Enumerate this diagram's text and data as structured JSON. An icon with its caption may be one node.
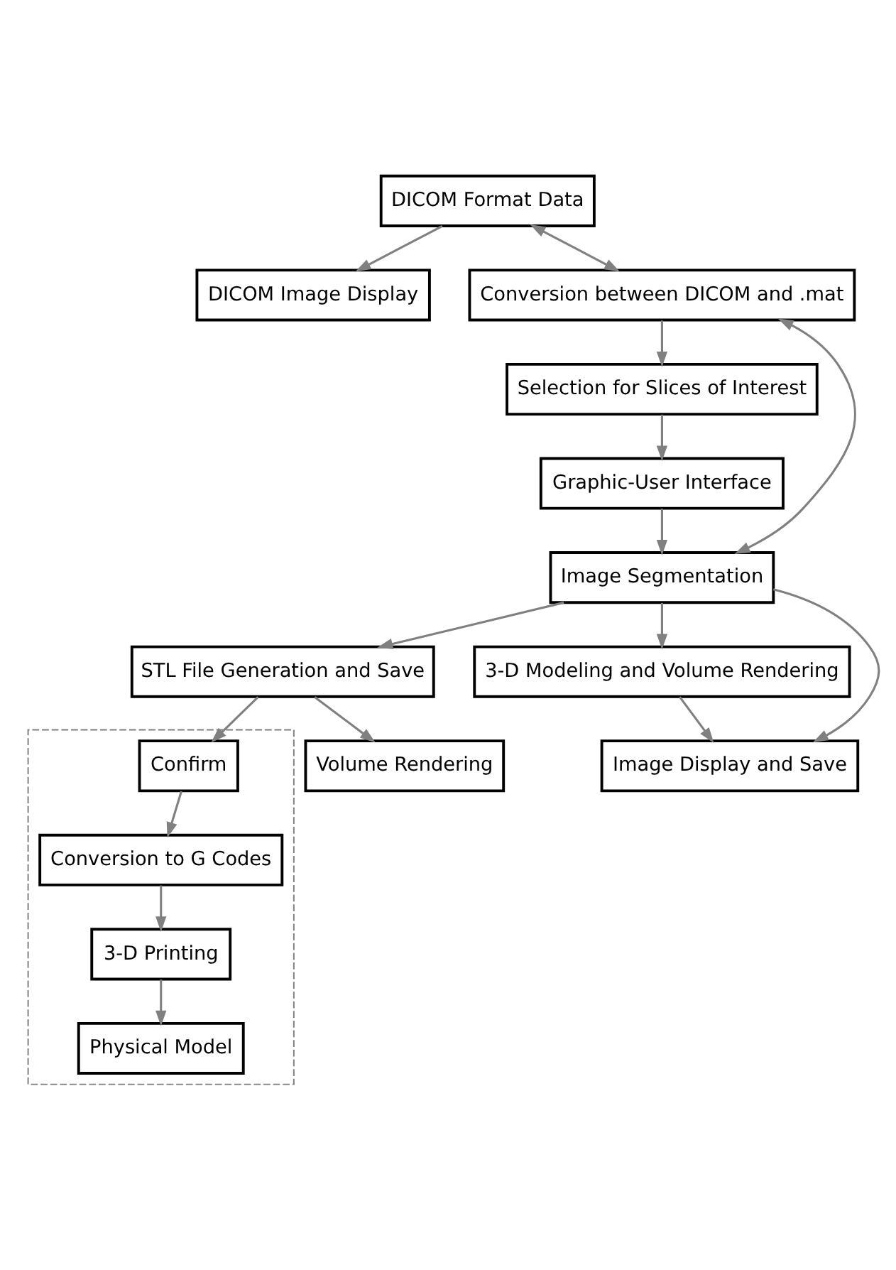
{
  "diagram": {
    "nodes": [
      {
        "text": [
          "DICOM Format Data"
        ]
      },
      {
        "text": [
          "DICOM Image Display"
        ]
      },
      {
        "text": [
          "Conversion between DICOM and .mat"
        ]
      },
      {
        "text": [
          "Selection for Slices of Interest"
        ]
      },
      {
        "text": [
          "Graphic-User Interface"
        ]
      },
      {
        "text": [
          "Image Segmentation"
        ]
      },
      {
        "text": [
          "STL File Generation and Save"
        ]
      },
      {
        "text": [
          "3-D Modeling and Volume Rendering"
        ]
      },
      {
        "text": [
          "Image Display and Save"
        ]
      },
      {
        "text": [],
        "shape": "box"
      },
      {
        "text": [
          "Confirm"
        ],
        "in": 9
      },
      {
        "text": [
          "Conversion to G Codes"
        ],
        "in": 9
      },
      {
        "text": [
          "3-D Printing"
        ],
        "in": 9
      },
      {
        "text": [
          "Physical Model"
        ],
        "in": 9
      },
      {
        "text": [
          "Volume Rendering"
        ]
      }
    ],
    "edges": [
      {
        "from": 0,
        "to": 1,
        "arrow": "to"
      },
      {
        "from": 0,
        "to": 2,
        "arrow": "both"
      },
      {
        "from": 2,
        "to": 3,
        "arrow": "to"
      },
      {
        "from": 3,
        "to": 4,
        "arrow": "to"
      },
      {
        "from": 4,
        "to": 5,
        "arrow": "to"
      },
      {
        "from": 5,
        "to": 2,
        "arrow": "both"
      },
      {
        "from": 5,
        "to": 6,
        "arrow": "to"
      },
      {
        "from": 5,
        "to": 8,
        "arrow": "to"
      },
      {
        "from": 5,
        "to": 7,
        "arrow": "to"
      },
      {
        "from": 7,
        "to": 8,
        "arrow": "to"
      },
      {
        "from": 6,
        "to": 10,
        "arrow": "to"
      },
      {
        "from": 10,
        "to": 11,
        "arrow": "to"
      },
      {
        "from": 11,
        "to": 12,
        "arrow": "to"
      },
      {
        "from": 12,
        "to": 13,
        "arrow": "to"
      },
      {
        "from": 6,
        "to": 14,
        "arrow": "to"
      }
    ]
  }
}
